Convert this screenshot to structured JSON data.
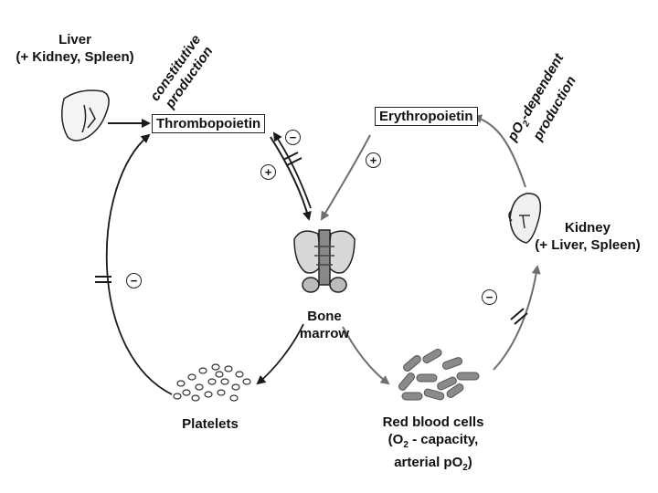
{
  "organ_liver": {
    "line1": "Liver",
    "line2": "(+ Kidney, Spleen)"
  },
  "thrombo_production": {
    "line1": "constitutive",
    "line2": "production"
  },
  "thrombopoietin": "Thrombopoietin",
  "erythropoietin": "Erythropoietin",
  "epo_production": {
    "line1_pre": "pO",
    "line1_sub": "2",
    "line1_post": "-dependent",
    "line2": "production"
  },
  "organ_kidney": {
    "line1": "Kidney",
    "line2": "(+ Liver, Spleen)"
  },
  "bone_marrow": {
    "line1": "Bone",
    "line2": "marrow"
  },
  "platelets": "Platelets",
  "rbc": {
    "line1": "Red blood cells",
    "line2_pre": "(O",
    "line2_sub": "2",
    "line2_post": " - capacity,",
    "line3_pre": "arterial pO",
    "line3_sub": "2",
    "line3_post": ")"
  },
  "signs": {
    "plus": "+",
    "minus": "−"
  },
  "colors": {
    "ink": "#1a1a1a",
    "grey_arrow": "#6e6e6e"
  }
}
